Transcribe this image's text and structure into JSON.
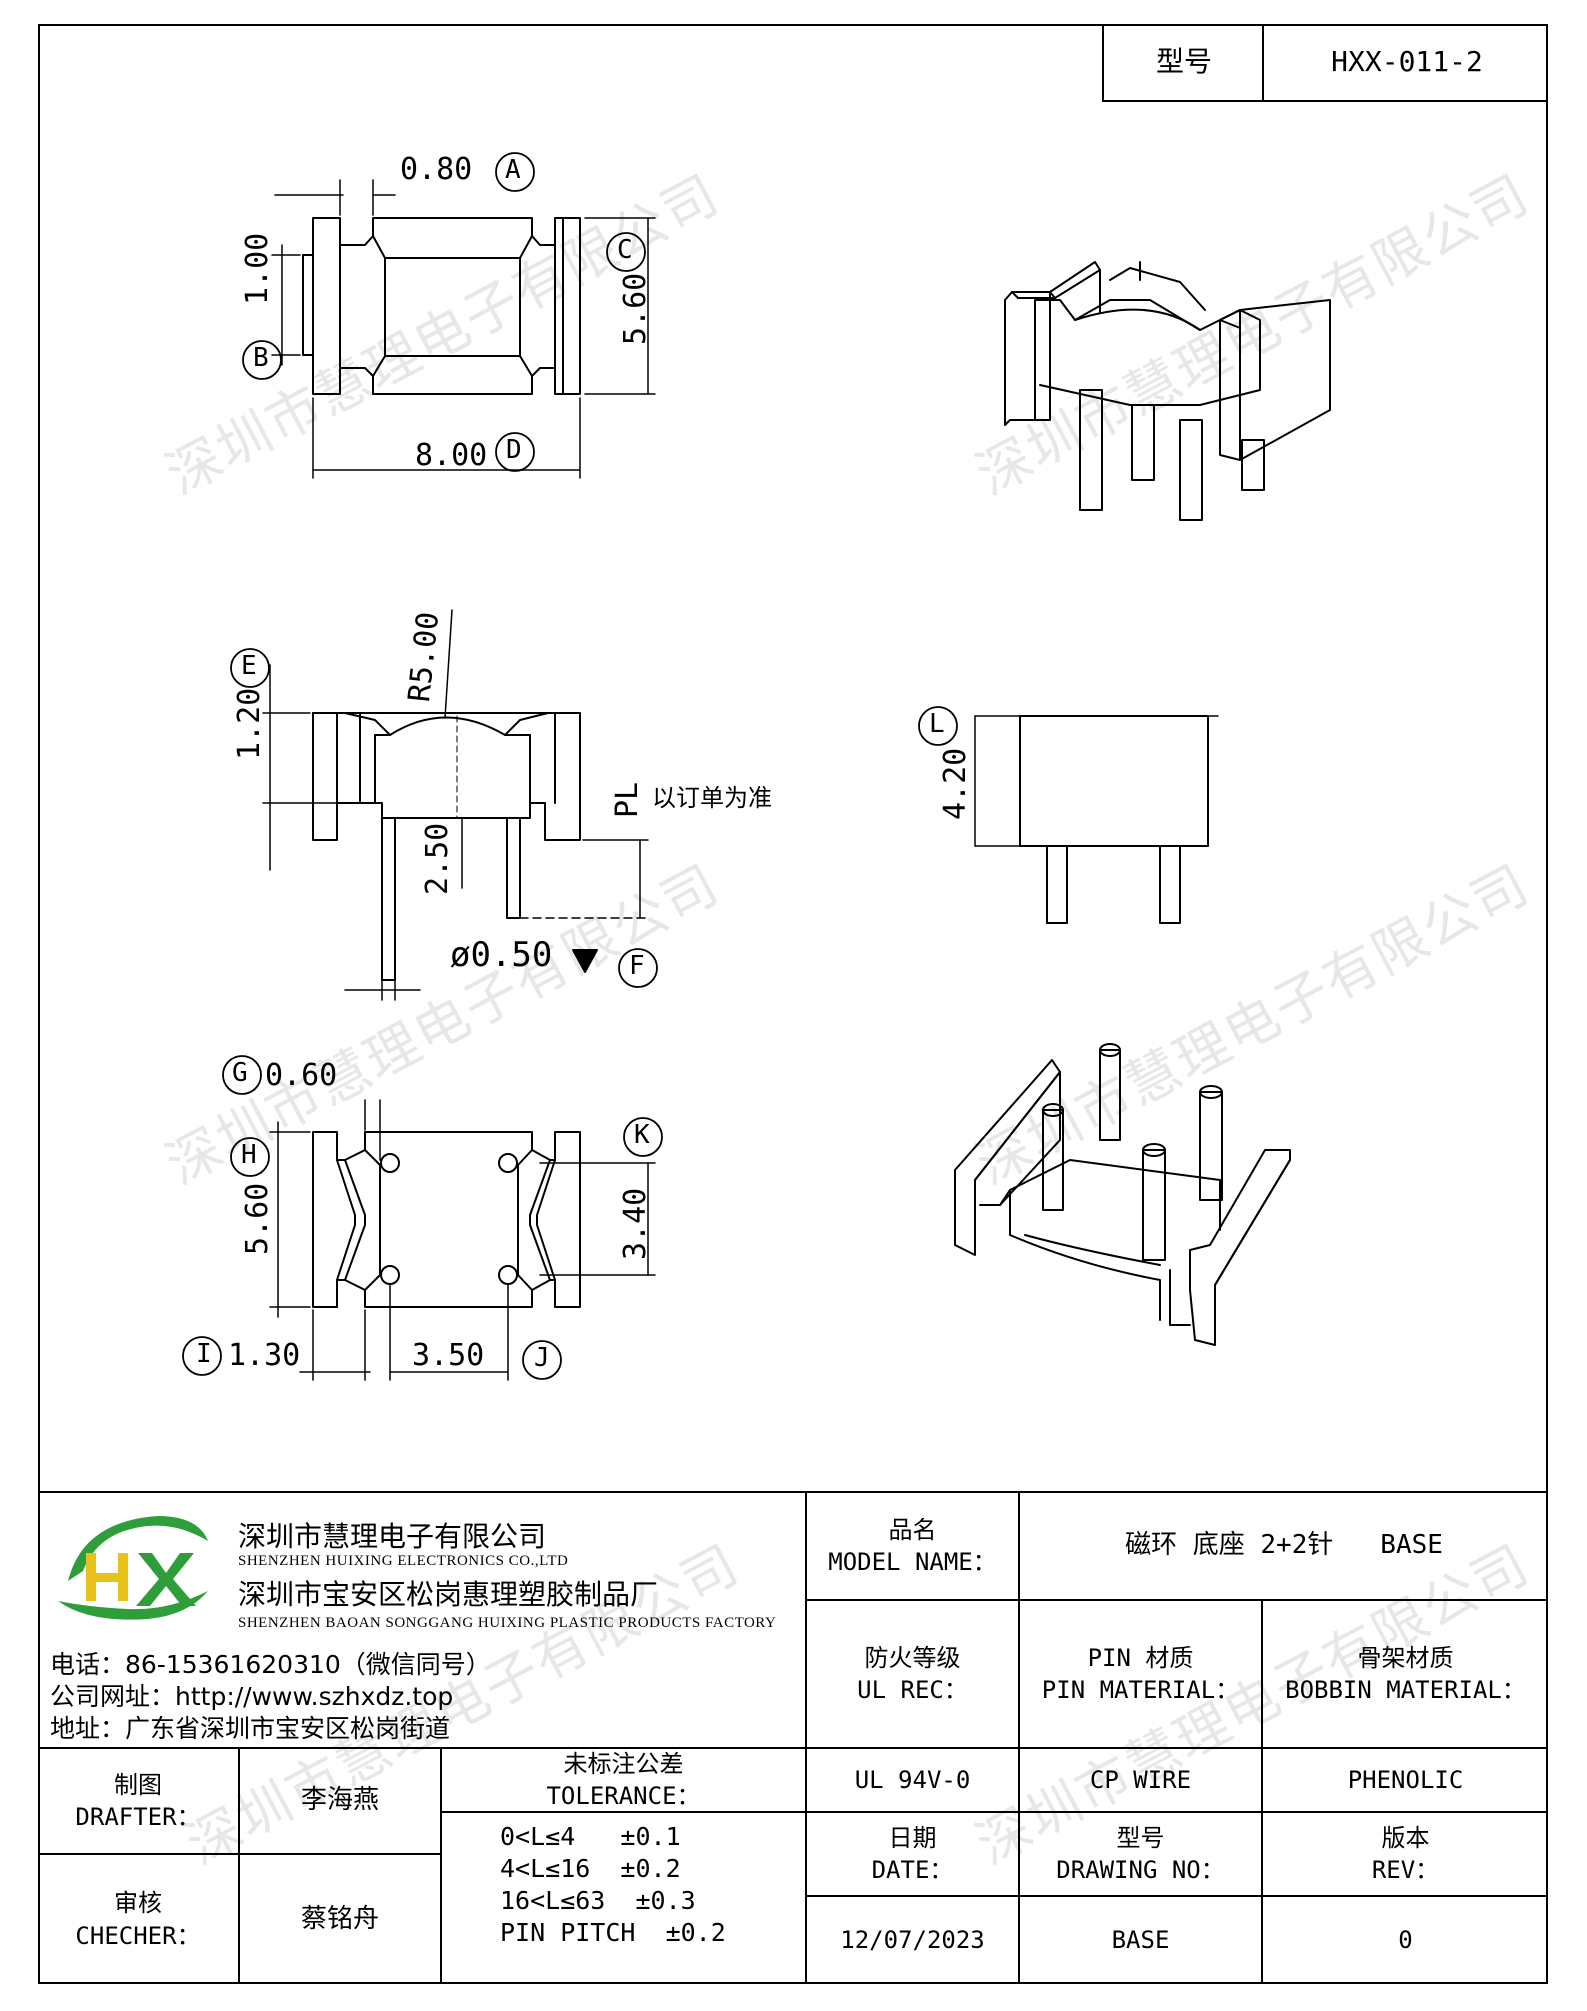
{
  "header": {
    "model_label": "型号",
    "model_value": "HXX-011-2"
  },
  "watermark": "深圳市慧理电子有限公司",
  "drawing": {
    "top_view": {
      "dim_a": "0.80",
      "circle_a": "A",
      "dim_b": "1.00",
      "circle_b": "B",
      "dim_c": "5.60",
      "circle_c": "C",
      "dim_d": "8.00",
      "circle_d": "D"
    },
    "side_view": {
      "dim_e": "1.20",
      "circle_e": "E",
      "dim_r": "R5.00",
      "dim_pl": "PL",
      "pl_note": "以订单为准",
      "dim_pin_len": "2.50",
      "dim_pin_dia": "ø0.50",
      "circle_f": "F"
    },
    "end_view": {
      "dim_l": "4.20",
      "circle_l": "L"
    },
    "bottom_view": {
      "dim_g": "0.60",
      "circle_g": "G",
      "dim_h": "5.60",
      "circle_h": "H",
      "dim_k": "3.40",
      "circle_k": "K",
      "dim_i": "1.30",
      "circle_i": "I",
      "dim_j": "3.50",
      "circle_j": "J"
    }
  },
  "title_block": {
    "company": {
      "logo_text": "HX",
      "name_cn": "深圳市慧理电子有限公司",
      "name_en": "SHENZHEN HUIXING ELECTRONICS CO.,LTD",
      "factory_cn": "深圳市宝安区松岗惠理塑胶制品厂",
      "factory_en": "SHENZHEN BAOAN SONGGANG HUIXING PLASTIC PRODUCTS FACTORY",
      "phone": "电话：86-15361620310（微信同号）",
      "website": "公司网址：http://www.szhxdz.top",
      "address": "地址：广东省深圳市宝安区松岗街道"
    },
    "model_name_label_cn": "品名",
    "model_name_label_en": "MODEL NAME：",
    "model_name_value": "磁环 底座 2+2针   BASE",
    "ul_label_cn": "防火等级",
    "ul_label_en": "UL REC：",
    "ul_value": "UL 94V-0",
    "pin_material_label_cn": "PIN 材质",
    "pin_material_label_en": "PIN MATERIAL：",
    "pin_material_value": "CP WIRE",
    "bobbin_material_label_cn": "骨架材质",
    "bobbin_material_label_en": "BOBBIN MATERIAL：",
    "bobbin_material_value": "PHENOLIC",
    "drafter_label_cn": "制图",
    "drafter_label_en": "DRAFTER：",
    "drafter_value": "李海燕",
    "checker_label_cn": "审核",
    "checker_label_en": "CHECHER：",
    "checker_value": "蔡铭舟",
    "tolerance_label_cn": "未标注公差",
    "tolerance_label_en": "TOLERANCE：",
    "tolerance_lines": [
      "0<L≤4   ±0.1",
      "4<L≤16  ±0.2",
      "16<L≤63  ±0.3",
      "PIN PITCH  ±0.2"
    ],
    "date_label_cn": "日期",
    "date_label_en": "DATE：",
    "date_value": "12/07/2023",
    "drawing_no_label_cn": "型号",
    "drawing_no_label_en": "DRAWING NO：",
    "drawing_no_value": "BASE",
    "rev_label_cn": "版本",
    "rev_label_en": "REV：",
    "rev_value": "0"
  },
  "colors": {
    "logo_green": "#2e9e3a",
    "logo_yellow": "#e8c21a",
    "line": "#000000"
  }
}
